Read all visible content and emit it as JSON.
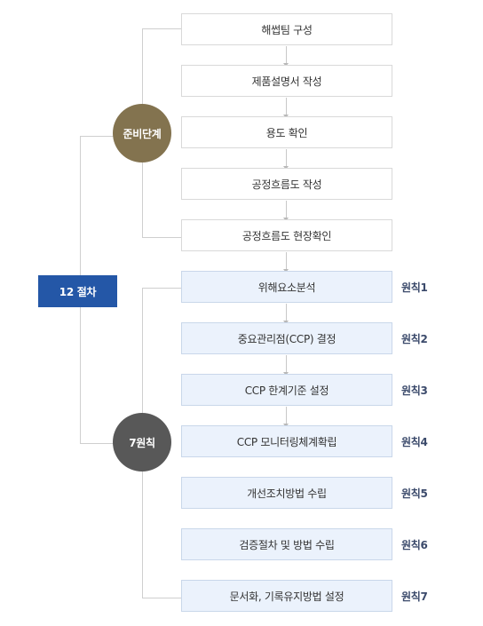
{
  "root": {
    "label": "12 절차"
  },
  "groups": {
    "preparation": {
      "label": "준비단계"
    },
    "principles": {
      "label": "7원칙"
    }
  },
  "steps": [
    {
      "label": "해썹팀 구성",
      "principle": ""
    },
    {
      "label": "제품설명서 작성",
      "principle": ""
    },
    {
      "label": "용도 확인",
      "principle": ""
    },
    {
      "label": "공정흐름도 작성",
      "principle": ""
    },
    {
      "label": "공정흐름도 현장확인",
      "principle": ""
    },
    {
      "label": "위해요소분석",
      "principle": "원칙1"
    },
    {
      "label": "중요관리점(CCP) 결정",
      "principle": "원칙2"
    },
    {
      "label": "CCP 한계기준 설정",
      "principle": "원칙3"
    },
    {
      "label": "CCP 모니터링체계확립",
      "principle": "원칙4"
    },
    {
      "label": "개선조치방법 수립",
      "principle": "원칙5"
    },
    {
      "label": "검증절차 및 방법 수립",
      "principle": "원칙6"
    },
    {
      "label": "문서화, 기록유지방법 설정",
      "principle": "원칙7"
    }
  ]
}
